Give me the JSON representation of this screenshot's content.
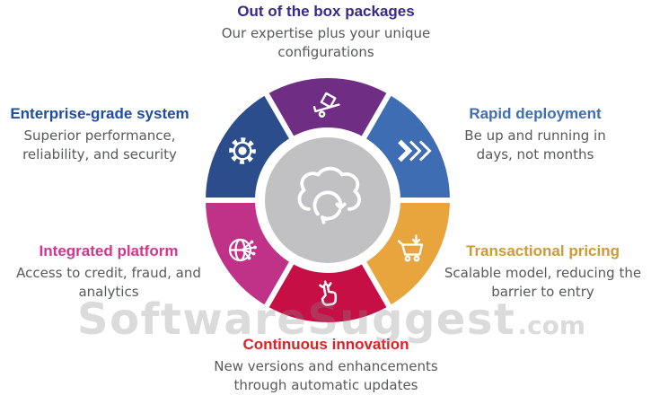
{
  "labels": {
    "top": {
      "title": "Out of the box packages",
      "color": "#3a2a85",
      "lines": [
        "Our expertise plus your unique",
        "configurations"
      ]
    },
    "right_top": {
      "title": "Rapid deployment",
      "color": "#3e6eb6",
      "lines": [
        "Be up and running in",
        "days, not months"
      ]
    },
    "right_bottom": {
      "title": "Transactional pricing",
      "color": "#cd9a36",
      "lines": [
        "Scalable model, reducing the",
        "barrier to entry"
      ]
    },
    "bottom": {
      "title": "Continuous innovation",
      "color": "#e01f25",
      "lines": [
        "New versions and enhancements",
        "through automatic updates"
      ]
    },
    "left_bottom": {
      "title": "Integrated platform",
      "color": "#d5358d",
      "lines": [
        "Access to credit, fraud, and",
        "analytics"
      ]
    },
    "left_top": {
      "title": "Enterprise-grade system",
      "color": "#1f4e9b",
      "lines": [
        "Superior performance,",
        "reliability, and security"
      ]
    }
  },
  "diagram": {
    "description_text_color": "#58595b",
    "center": {
      "icon": "cloud-sync-icon",
      "bg_color": "#c1c0c2",
      "icon_color": "#ffffff"
    },
    "segments": [
      {
        "id": "out-of-the-box-packages",
        "icon": "package-trolley-icon",
        "color": "#702d84"
      },
      {
        "id": "rapid-deployment",
        "icon": "fast-forward-icon",
        "color": "#3e6db3"
      },
      {
        "id": "transactional-pricing",
        "icon": "shopping-cart-icon",
        "color": "#e8a43d"
      },
      {
        "id": "continuous-innovation",
        "icon": "tap-gesture-icon",
        "color": "#c50f45"
      },
      {
        "id": "integrated-platform",
        "icon": "globe-network-icon",
        "color": "#bf3288"
      },
      {
        "id": "enterprise-grade-system",
        "icon": "gear-icon",
        "color": "#2c4d8c"
      }
    ]
  },
  "watermark": {
    "brand": "SoftwareSuggest",
    "suffix": ".com"
  }
}
